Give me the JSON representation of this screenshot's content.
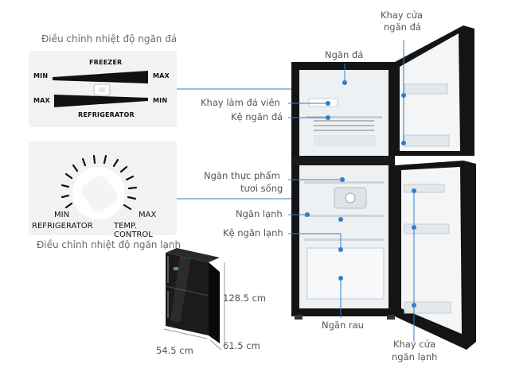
{
  "freezer_control": {
    "caption": "Điều chỉnh nhiệt độ ngăn đá",
    "freezer_label": "FREEZER",
    "refrigerator_label": "REFRIGERATOR",
    "min_top": "MIN",
    "max_top": "MAX",
    "max_bottom": "MAX",
    "min_bottom": "MIN"
  },
  "fridge_control": {
    "caption": "Điều chỉnh nhiệt độ ngăn lạnh",
    "min_label": "MIN",
    "max_label": "MAX",
    "refrigerator_label": "REFRIGERATOR",
    "temp_label": "TEMP. CONTROL"
  },
  "callouts": {
    "door_tray_freezer": [
      "Khay cửa",
      "ngăn đá"
    ],
    "freezer": "Ngăn đá",
    "ice_tray": "Khay làm đá viên",
    "freezer_shelf": "Kệ ngăn đá",
    "fresh_food": [
      "Ngăn thực phẩm",
      "tươi sống"
    ],
    "fridge": "Ngăn lạnh",
    "fridge_shelf": "Kệ ngăn lạnh",
    "vegetable": "Ngăn rau",
    "door_tray_fridge": [
      "Khay cửa",
      "ngăn lạnh"
    ]
  },
  "dimensions": {
    "height": "128.5 cm",
    "width": "54.5 cm",
    "depth": "61.5 cm"
  },
  "colors": {
    "fridge_body": "#141414",
    "accent_line": "#2f7fd0",
    "dot": "#2f7fd0",
    "interior": "#f0f2f4"
  }
}
